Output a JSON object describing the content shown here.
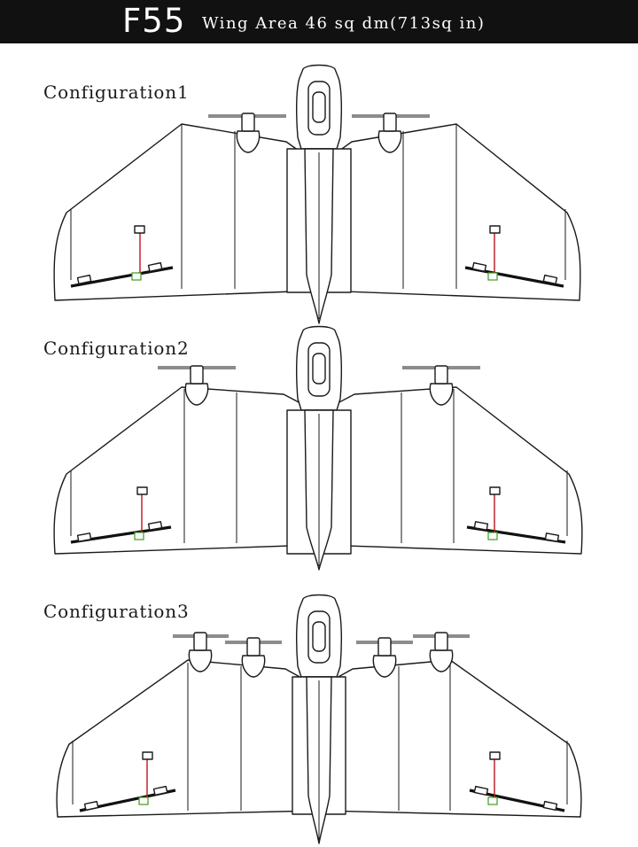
{
  "header": {
    "model": "F55",
    "spec": "Wing Area 46 sq dm(713sq in)"
  },
  "configurations": [
    {
      "label": "Configuration1"
    },
    {
      "label": "Configuration2"
    },
    {
      "label": "Configuration3"
    }
  ],
  "colors": {
    "header_background": "#111111",
    "header_text": "#ffffff",
    "pushrod": "#c0141c",
    "control_horn": "#3c9b1e"
  }
}
